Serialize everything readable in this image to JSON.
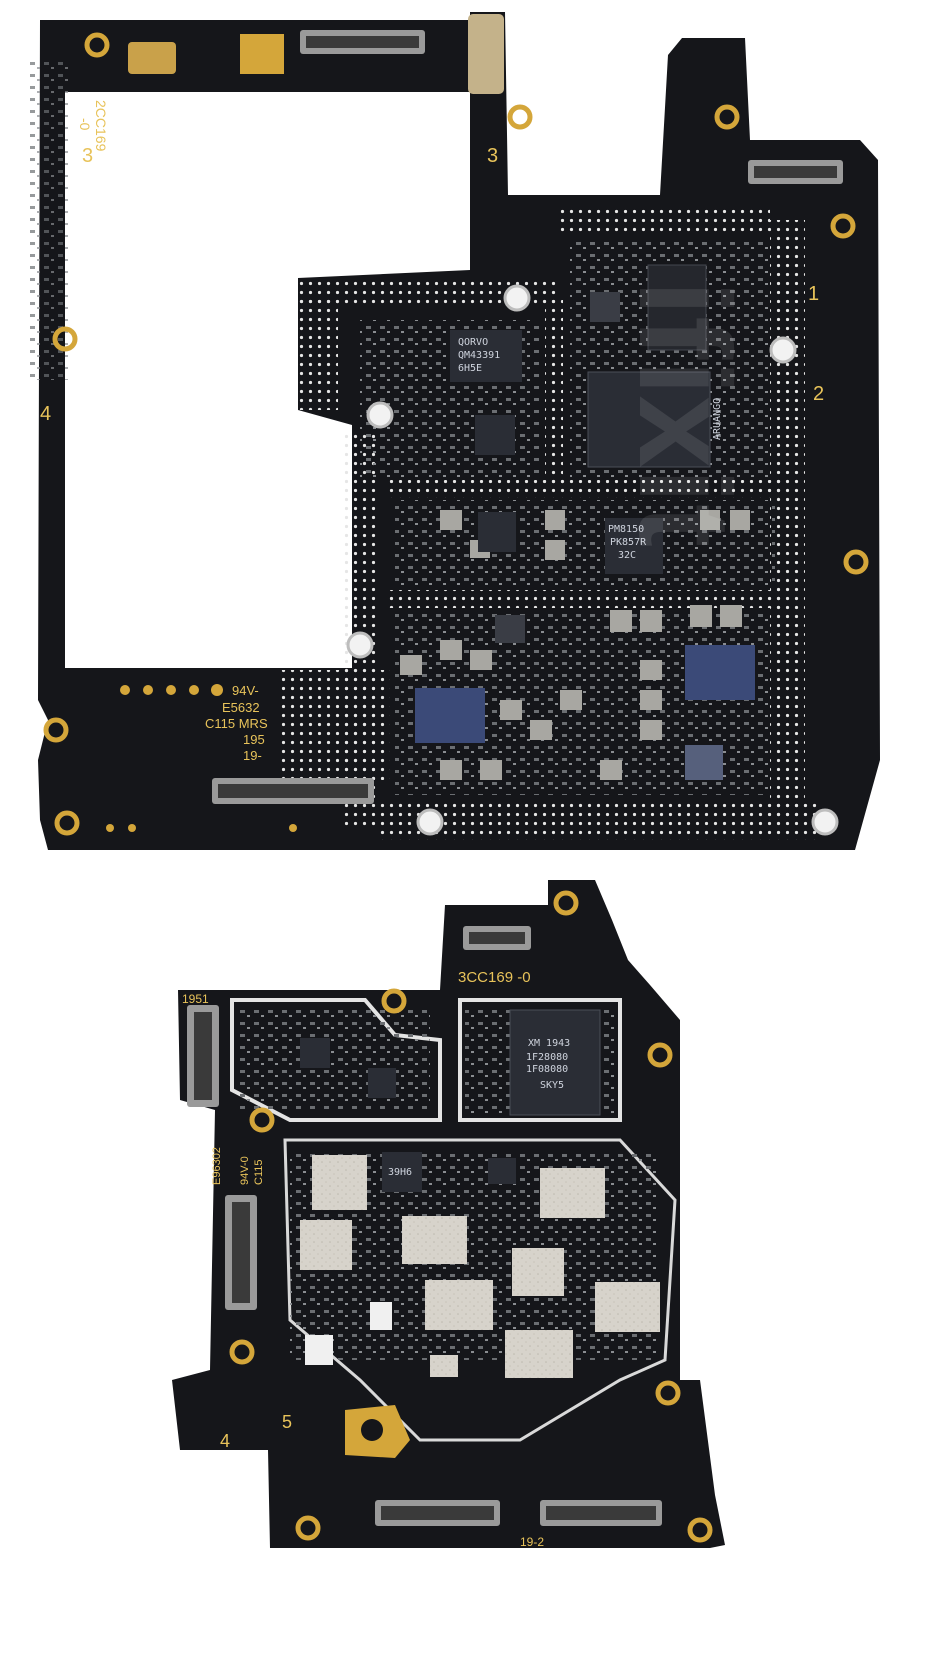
{
  "photo": {
    "subject": "two-part smartphone logic board, top view",
    "watermark": "ifixit"
  },
  "board_top": {
    "labels": {
      "code": "2CC169",
      "rev": "-0",
      "conn_3a": "3",
      "conn_3b": "3",
      "conn_1": "1",
      "conn_2": "2",
      "conn_4": "4",
      "mark_94v": "94V-",
      "mark_e5632": "E5632",
      "mark_c115": "C115 MRS",
      "mark_195": "195",
      "mark_19": "19-"
    },
    "chips": {
      "qorvo": [
        "QORVO",
        "QM43391",
        "6H5E"
      ],
      "pmic": [
        "PM8150",
        "PK857R",
        "32C"
      ],
      "soc": [
        "ARUANGO"
      ]
    }
  },
  "board_bottom": {
    "labels": {
      "code": "3CC169 -0",
      "year": "1951",
      "conn_4": "4",
      "conn_5": "5",
      "side_code": "E96302",
      "side_b": "94V-0",
      "side_c": "C115",
      "mark_192": "19-2"
    },
    "chips": {
      "xm": [
        "XM 1943",
        "1F28080",
        "1F08080",
        "SKY5"
      ],
      "small": [
        "39H6"
      ]
    }
  },
  "colors": {
    "pcb": "#15161a",
    "gold": "#d4a63a",
    "silkscreen": "#e8c35a",
    "shield": "#e4e4e4",
    "chip": "#2a2d35",
    "background": "#ffffff"
  }
}
